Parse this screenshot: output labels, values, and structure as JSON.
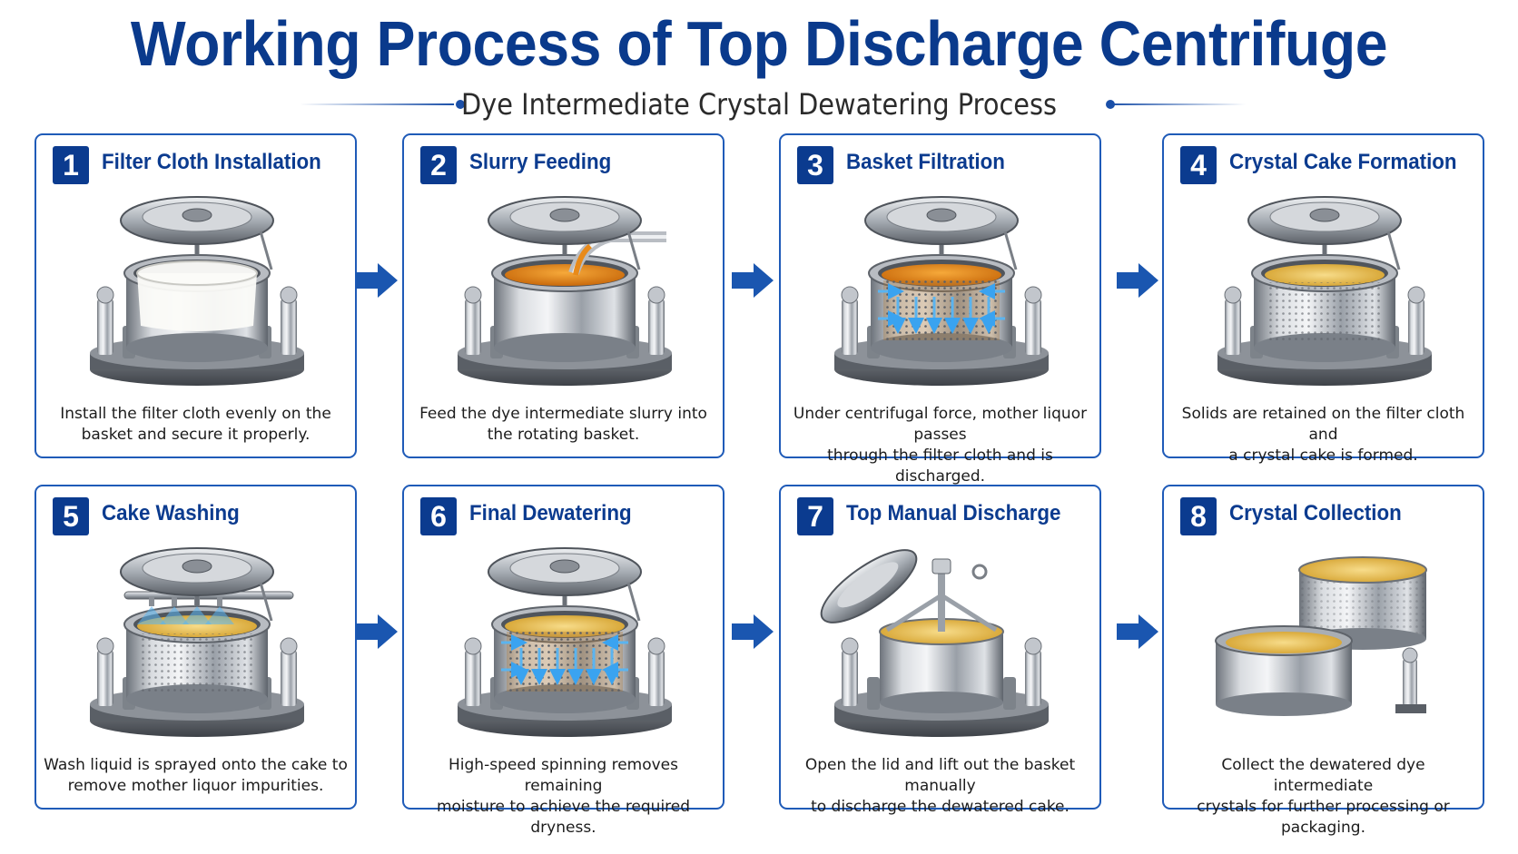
{
  "title": "Working Process of Top Discharge Centrifuge",
  "subtitle": "Dye Intermediate Crystal Dewatering Process",
  "colors": {
    "primary": "#0b3b8f",
    "border": "#1f5bb8",
    "arrow": "#1a56b0",
    "steel": "#c9ccd1",
    "slurry": "#e88a1a",
    "cake": "#e8c35a",
    "spray": "#5ab4f0"
  },
  "steps": [
    {
      "number": "1",
      "title": "Filter Cloth Installation",
      "desc1": "Install the filter cloth evenly on the",
      "desc2": "basket and secure it properly.",
      "icon": "centrifuge-filter-cloth-icon"
    },
    {
      "number": "2",
      "title": "Slurry Feeding",
      "desc1": "Feed the dye intermediate slurry into",
      "desc2": "the rotating basket.",
      "icon": "centrifuge-slurry-feed-icon"
    },
    {
      "number": "3",
      "title": "Basket Filtration",
      "desc1": "Under centrifugal force, mother liquor passes",
      "desc2": "through the filter cloth and is discharged.",
      "icon": "centrifuge-filtration-icon"
    },
    {
      "number": "4",
      "title": "Crystal Cake Formation",
      "desc1": "Solids are retained on the filter cloth and",
      "desc2": "a crystal cake is formed.",
      "icon": "centrifuge-cake-icon"
    },
    {
      "number": "5",
      "title": "Cake Washing",
      "desc1": "Wash liquid is sprayed onto the cake to",
      "desc2": "remove mother liquor impurities.",
      "icon": "centrifuge-washing-icon"
    },
    {
      "number": "6",
      "title": "Final Dewatering",
      "desc1": "High-speed spinning removes remaining",
      "desc2": "moisture to achieve the required dryness.",
      "icon": "centrifuge-dewatering-icon"
    },
    {
      "number": "7",
      "title": "Top Manual Discharge",
      "desc1": "Open the lid and lift out the basket manually",
      "desc2": "to discharge the dewatered cake.",
      "icon": "centrifuge-discharge-icon"
    },
    {
      "number": "8",
      "title": "Crystal Collection",
      "desc1": "Collect the dewatered dye intermediate",
      "desc2": "crystals for further processing or packaging.",
      "icon": "crystal-collection-icon"
    }
  ]
}
